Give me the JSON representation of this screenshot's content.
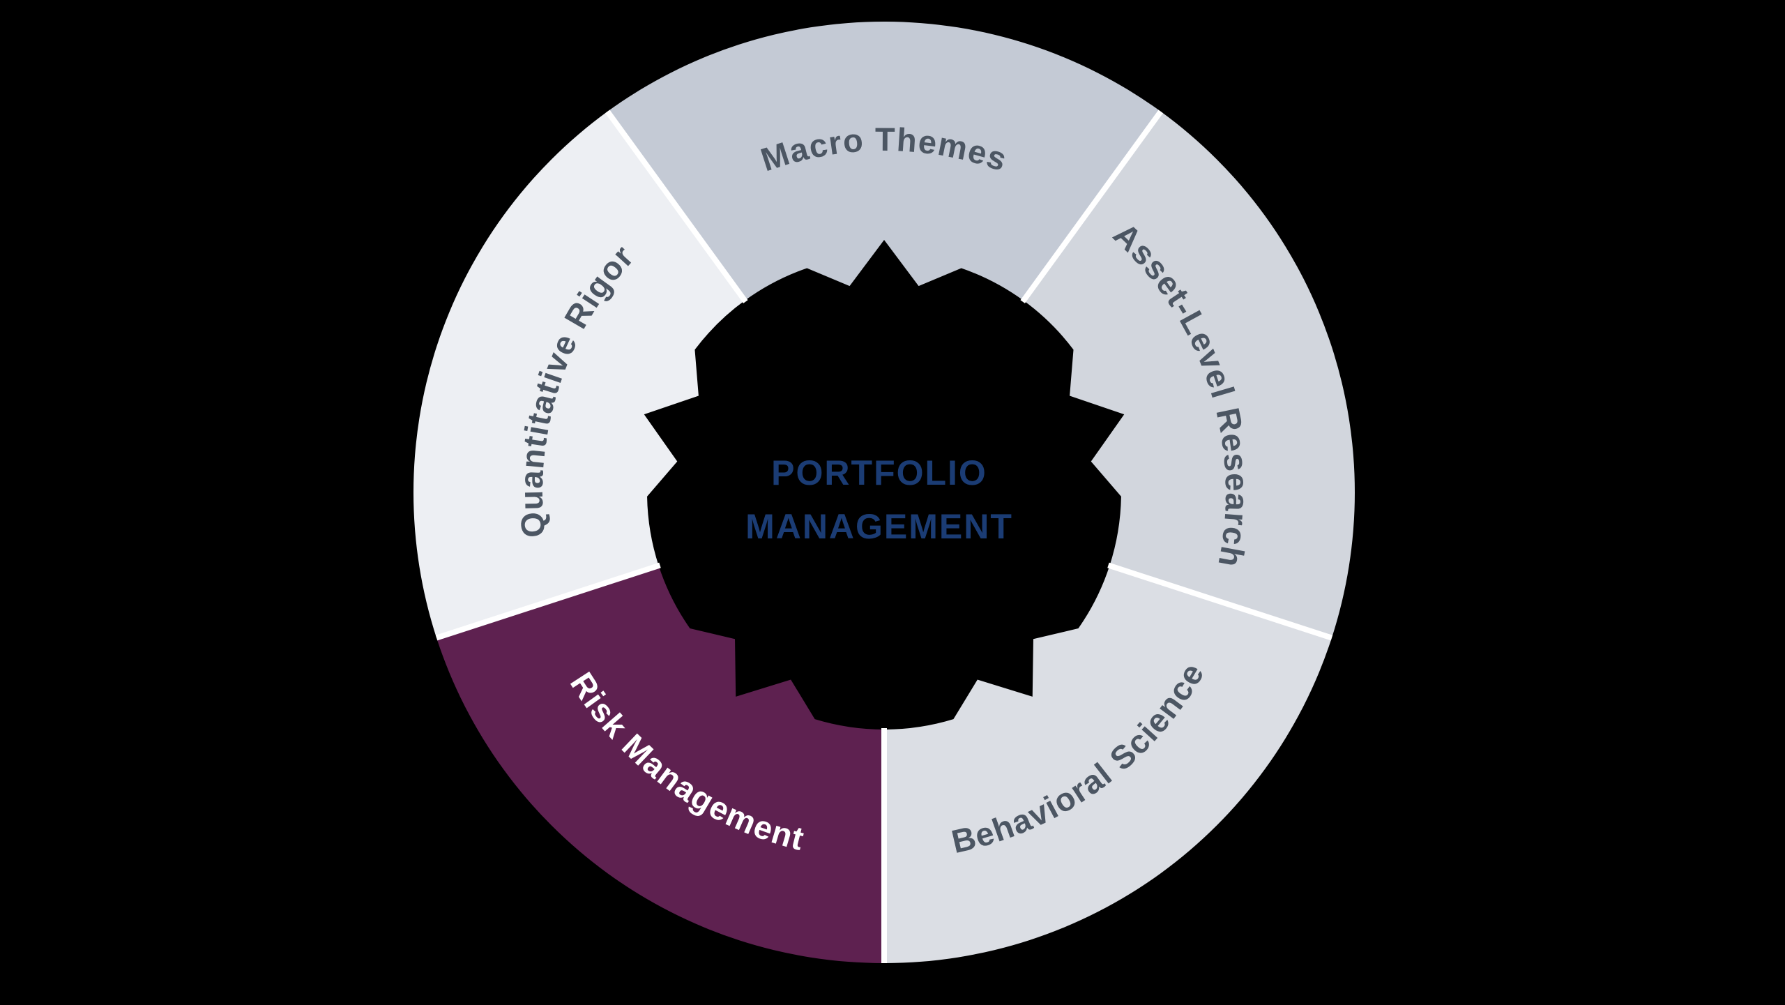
{
  "background_color": "#000000",
  "diagram": {
    "type": "circular-process-cycle",
    "center": {
      "label_lines": [
        "PORTFOLIO",
        "MANAGEMENT"
      ],
      "text_color": "#1b3c74"
    },
    "separator_color": "#ffffff",
    "label_color_default": "#4c5663",
    "segments": [
      {
        "id": "macro-themes",
        "label": "Macro Themes",
        "color": "#c4cad5",
        "text_color": "#4c5663",
        "start": -36,
        "end": 36,
        "label_direction": "cw"
      },
      {
        "id": "asset-level-research",
        "label": "Asset-Level Research",
        "color": "#d2d6dd",
        "text_color": "#4c5663",
        "start": 36,
        "end": 108,
        "label_direction": "cw"
      },
      {
        "id": "behavioral-science",
        "label": "Behavioral Science",
        "color": "#dbdee4",
        "text_color": "#4c5663",
        "start": 108,
        "end": 180,
        "label_direction": "ccw"
      },
      {
        "id": "risk-management",
        "label": "Risk Management",
        "color": "#5e2150",
        "text_color": "#ffffff",
        "start": 180,
        "end": 252,
        "label_direction": "ccw"
      },
      {
        "id": "quantitative-rigor",
        "label": "Quantitative Rigor",
        "color": "#edeff3",
        "text_color": "#4c5663",
        "start": 252,
        "end": 324,
        "label_direction": "cw"
      }
    ]
  }
}
